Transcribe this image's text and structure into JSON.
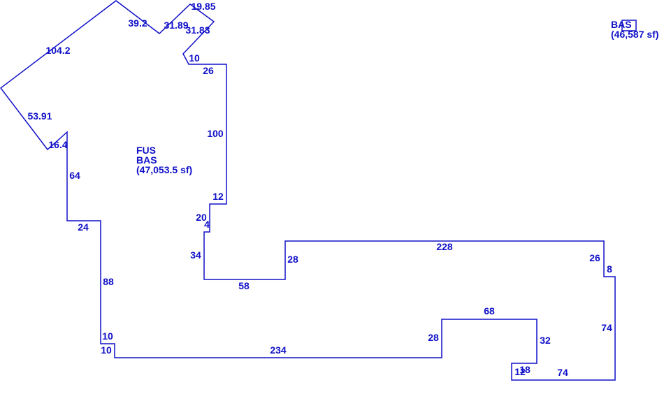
{
  "colors": {
    "line": "#1010c8",
    "text": "#1010c8",
    "background": "#ffffff"
  },
  "dimension_labels": [
    "104.2",
    "39.2",
    "31.89",
    "19.85",
    "31.83",
    "10",
    "26",
    "100",
    "12",
    "20",
    "4",
    "34",
    "58",
    "28",
    "228",
    "26",
    "8",
    "74",
    "74",
    "12",
    "18",
    "32",
    "68",
    "28",
    "234",
    "10",
    "10",
    "88",
    "24",
    "64",
    "16.4",
    "53.91"
  ],
  "area_labels": {
    "main": [
      "FUS",
      "BAS",
      "(47,053.5 sf)"
    ],
    "secondary": [
      "BAS",
      "(46,587 sf)"
    ]
  }
}
